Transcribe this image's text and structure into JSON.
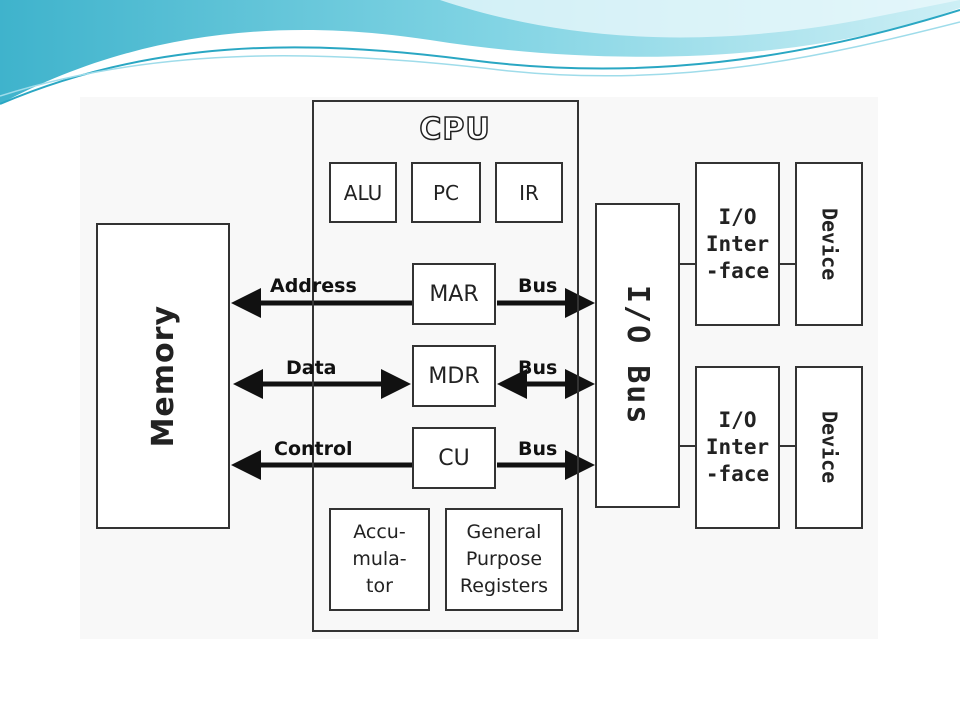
{
  "diagram": {
    "cpu_title": "CPU",
    "memory": "Memory",
    "io_bus": "I/O Bus",
    "registers_top": [
      "ALU",
      "PC",
      "IR"
    ],
    "mar": "MAR",
    "mdr": "MDR",
    "cu": "CU",
    "accumulator": "Accu-\nmula-\ntor",
    "gpr": "General\nPurpose\nRegisters",
    "buses": {
      "address": "Address",
      "data": "Data",
      "control": "Control",
      "bus": "Bus"
    },
    "io_interface": "I/O\nInter\n-face",
    "device": "Device"
  },
  "colors": {
    "wave_teal": "#5bc4d8",
    "wave_light": "#bfe9f1",
    "line": "#111111"
  }
}
